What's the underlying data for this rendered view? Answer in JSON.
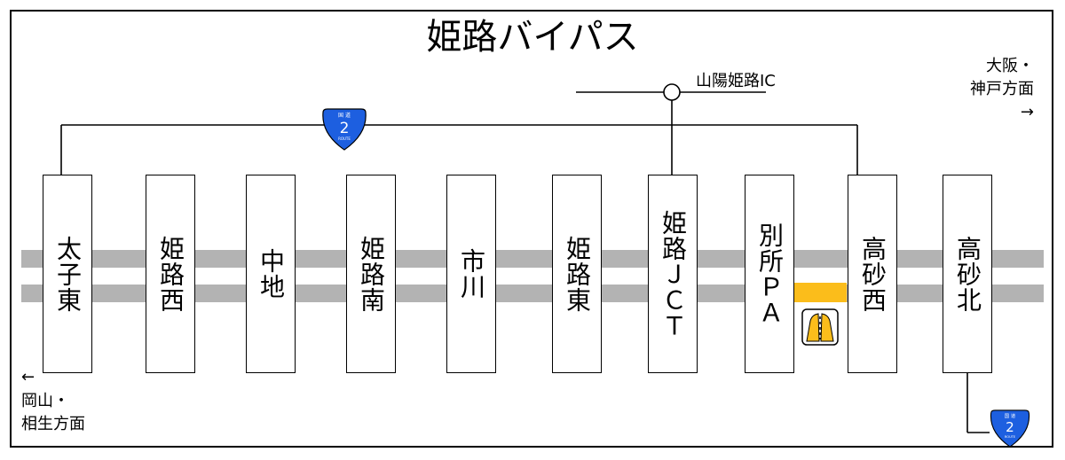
{
  "title": "姫路バイパス",
  "interchanges": [
    {
      "name": "太子東"
    },
    {
      "name": "姫路西"
    },
    {
      "name": "中地"
    },
    {
      "name": "姫路南"
    },
    {
      "name": "市川"
    },
    {
      "name": "姫路東"
    },
    {
      "name": "姫路ＪＣＴ"
    },
    {
      "name": "別所ＰＡ"
    },
    {
      "name": "高砂西"
    },
    {
      "name": "高砂北"
    }
  ],
  "connections": {
    "sanyo_ic": "山陽姫路IC",
    "osaka_line1": "大阪・",
    "osaka_line2": "神戸方面",
    "osaka_arrow": "→",
    "okayama_arrow": "←",
    "okayama_line1": "岡山・",
    "okayama_line2": "相生方面"
  },
  "route_shield": {
    "top": "国 道",
    "number": "2",
    "bottom": "ROUTE"
  },
  "colors": {
    "road": "#b3b3b3",
    "pa_highlight": "#fbbd1b",
    "shield_blue": "#1d5fe0"
  }
}
